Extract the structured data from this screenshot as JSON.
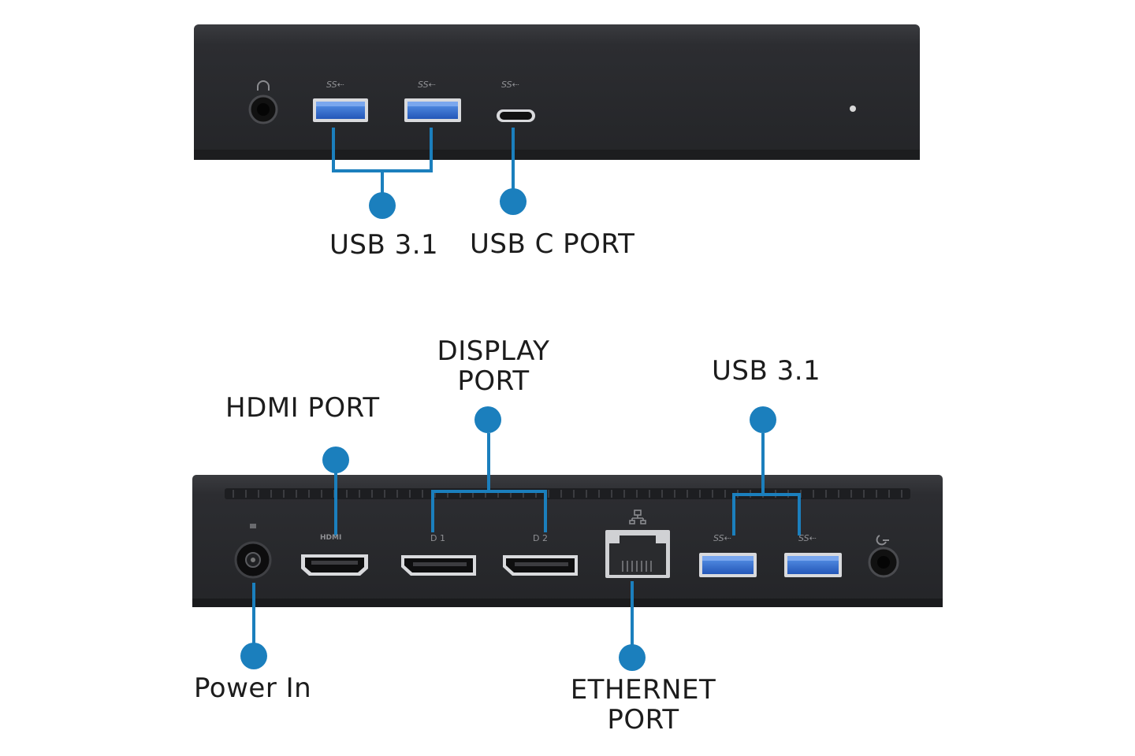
{
  "front_panel": {
    "usb_port_glyph": "SS⇠",
    "usb_c_glyph": "SS⇠",
    "callouts": {
      "usb31": "USB 3.1",
      "usbc": "USB C PORT"
    }
  },
  "rear_panel": {
    "hdmi_glyph": "HDMI",
    "dp1_glyph": "D 1",
    "dp2_glyph": "D 2",
    "usb_port_glyph": "SS⇠",
    "callouts": {
      "hdmi": "HDMI PORT",
      "displayport_line1": "DISPLAY",
      "displayport_line2": "PORT",
      "usb31": "USB 3.1",
      "power": "Power In",
      "ethernet_line1": "ETHERNET",
      "ethernet_line2": "PORT"
    }
  },
  "colors": {
    "device_body": "#2a2b2e",
    "callout_blue": "#1b7fbd",
    "usb_blue": "#2f6fd0",
    "text": "#1c1c1c"
  }
}
